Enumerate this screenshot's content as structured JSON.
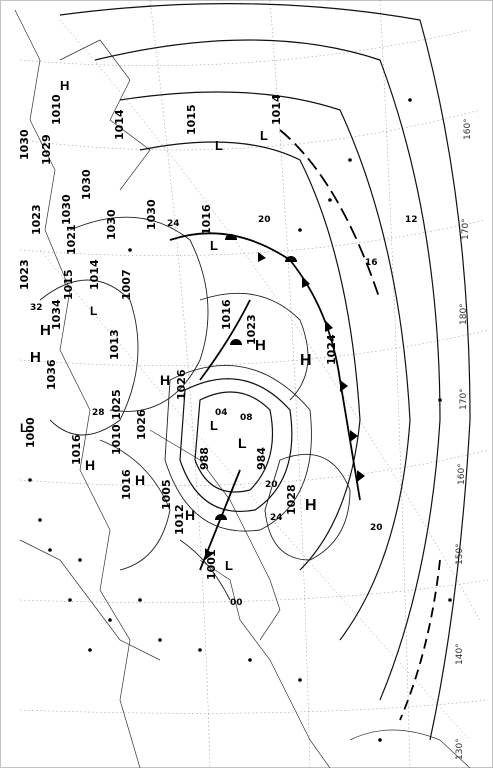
{
  "map": {
    "isobars": [
      "1000",
      "1005",
      "1007",
      "1010",
      "1012",
      "1013",
      "1014",
      "1015",
      "1016",
      "1021",
      "1023",
      "1024",
      "1025",
      "1026",
      "1028",
      "1029",
      "1030",
      "1034",
      "1036",
      "988",
      "984",
      "1001",
      "1023"
    ],
    "isobar_labels": [
      {
        "id": "i1",
        "text": "1000"
      },
      {
        "id": "i2",
        "text": "1016"
      },
      {
        "id": "i3",
        "text": "1016"
      },
      {
        "id": "i4",
        "text": "1010"
      },
      {
        "id": "i5",
        "text": "1025"
      },
      {
        "id": "i6",
        "text": "1026"
      },
      {
        "id": "i7",
        "text": "1005"
      },
      {
        "id": "i8",
        "text": "1012"
      },
      {
        "id": "i9",
        "text": "1001"
      },
      {
        "id": "i10",
        "text": "988"
      },
      {
        "id": "i11",
        "text": "984"
      },
      {
        "id": "i12",
        "text": "1028"
      },
      {
        "id": "i13",
        "text": "1026"
      },
      {
        "id": "i14",
        "text": "1023"
      },
      {
        "id": "i15",
        "text": "1024"
      },
      {
        "id": "i16",
        "text": "1016"
      },
      {
        "id": "i17",
        "text": "1016"
      },
      {
        "id": "i18",
        "text": "1030"
      },
      {
        "id": "i19",
        "text": "1030"
      },
      {
        "id": "i20",
        "text": "1015"
      },
      {
        "id": "i21",
        "text": "1014"
      },
      {
        "id": "i22",
        "text": "1014"
      },
      {
        "id": "i23",
        "text": "1036"
      },
      {
        "id": "i24",
        "text": "1034"
      },
      {
        "id": "i25",
        "text": "1013"
      },
      {
        "id": "i26",
        "text": "1007"
      },
      {
        "id": "i27",
        "text": "1014"
      },
      {
        "id": "i28",
        "text": "1015"
      },
      {
        "id": "i29",
        "text": "1021"
      },
      {
        "id": "i30",
        "text": "1023"
      },
      {
        "id": "i31",
        "text": "1030"
      },
      {
        "id": "i32",
        "text": "1029"
      },
      {
        "id": "i33",
        "text": "1030"
      },
      {
        "id": "i34",
        "text": "1010"
      },
      {
        "id": "i35",
        "text": "1023"
      },
      {
        "id": "i36",
        "text": "1030"
      }
    ],
    "centers": {
      "high": "H",
      "low": "L"
    },
    "contour_values": [
      "12",
      "16",
      "20",
      "24",
      "28",
      "32",
      "04",
      "08",
      "00"
    ],
    "longitudes": [
      "160°",
      "170°",
      "180°",
      "170°",
      "160°",
      "150°",
      "140°",
      "130°"
    ]
  }
}
